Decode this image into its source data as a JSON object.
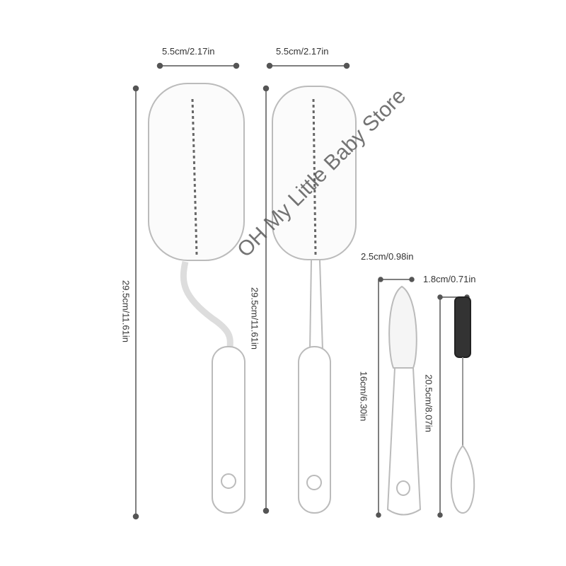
{
  "dimensions": {
    "brush1_width": "5.5cm/2.17in",
    "brush2_width": "5.5cm/2.17in",
    "brush1_length": "29.5cm/11.61in",
    "brush2_length": "29.5cm/11.61in",
    "brush3_width": "2.5cm/0.98in",
    "brush3_length": "16cm/6.30in",
    "brush4_width": "1.8cm/0.71in",
    "brush4_length": "20.5cm/8.07in"
  },
  "watermark": "OH My Little Baby Store",
  "colors": {
    "line": "#555555",
    "outline": "#c8c8c8",
    "bristle_dark": "#333333"
  }
}
